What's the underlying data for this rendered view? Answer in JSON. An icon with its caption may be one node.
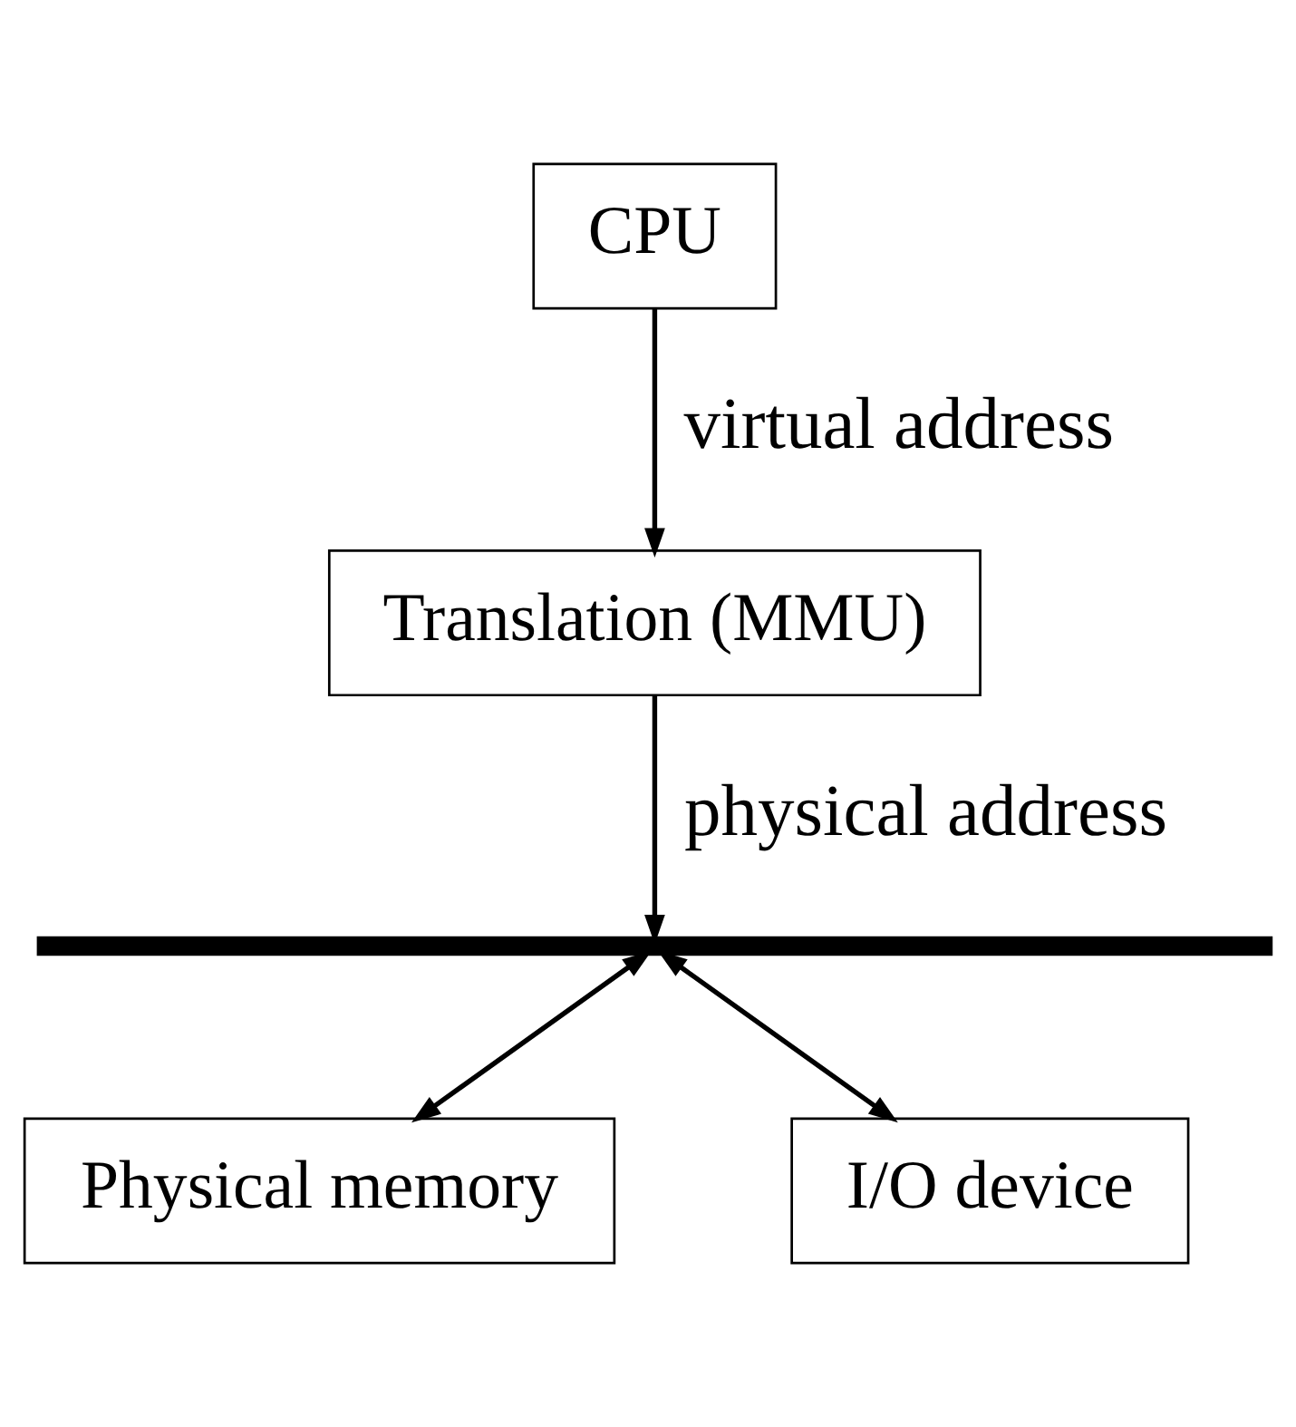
{
  "diagram": {
    "nodes": [
      {
        "text": [
          "CPU"
        ]
      },
      {
        "text": [
          "Translation (MMU)"
        ]
      },
      {
        "text": [],
        "shape": "bar"
      },
      {
        "text": [
          "Physical memory"
        ]
      },
      {
        "text": [
          "I/O device"
        ]
      }
    ],
    "edges": [
      {
        "from": 0,
        "to": 1,
        "arrow": "to",
        "label": "virtual address"
      },
      {
        "from": 1,
        "to": 2,
        "arrow": "to",
        "label": "physical address"
      },
      {
        "from": 2,
        "to": 3,
        "arrow": "both"
      },
      {
        "from": 2,
        "to": 4,
        "arrow": "both"
      }
    ]
  }
}
